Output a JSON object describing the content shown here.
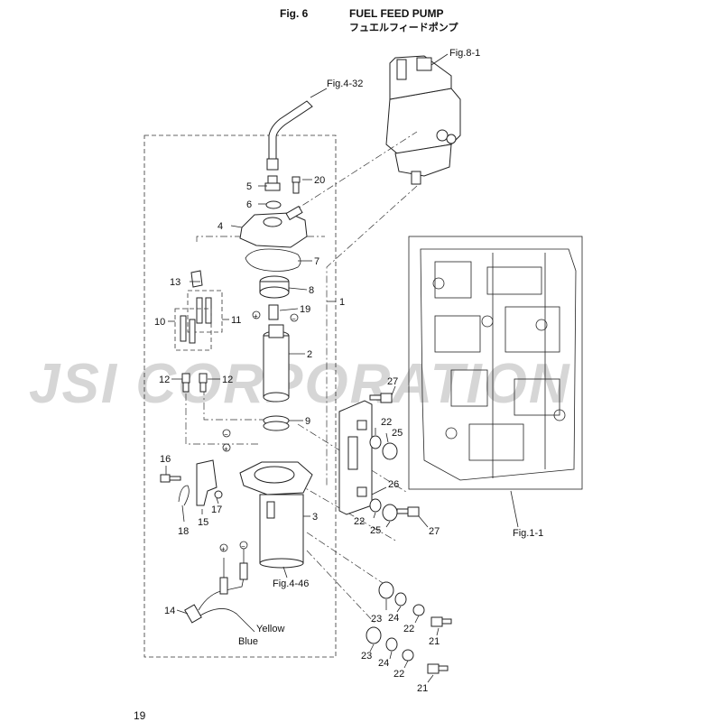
{
  "header": {
    "fig_number": "Fig. 6",
    "title_en": "FUEL FEED PUMP",
    "title_jp": "フュエルフィードポンプ"
  },
  "page_number": "19",
  "watermark": "JSI CORPORATION",
  "references": {
    "fig_8_1": "Fig.8-1",
    "fig_4_32": "Fig.4-32",
    "fig_1_1": "Fig.1-1",
    "fig_4_46": "Fig.4-46"
  },
  "wire_labels": {
    "yellow": "Yellow",
    "blue": "Blue"
  },
  "callouts": {
    "c1": "1",
    "c2": "2",
    "c3": "3",
    "c4": "4",
    "c5": "5",
    "c6": "6",
    "c7": "7",
    "c8": "8",
    "c9": "9",
    "c10": "10",
    "c11": "11",
    "c12a": "12",
    "c12b": "12",
    "c13": "13",
    "c14": "14",
    "c15": "15",
    "c16": "16",
    "c17": "17",
    "c18": "18",
    "c19": "19",
    "c20": "20",
    "c21a": "21",
    "c21b": "21",
    "c22a": "22",
    "c22b": "22",
    "c22c": "22",
    "c22d": "22",
    "c23a": "23",
    "c23b": "23",
    "c24a": "24",
    "c24b": "24",
    "c25a": "25",
    "c25b": "25",
    "c26": "26",
    "c27a": "27",
    "c27b": "27"
  },
  "symbols": {
    "plus": "+",
    "minus": "−"
  }
}
